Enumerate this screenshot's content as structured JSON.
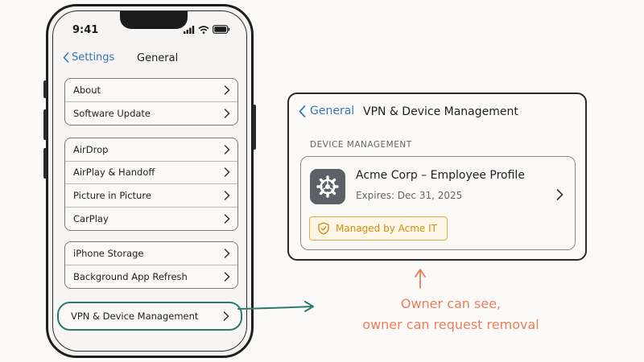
{
  "phone": {
    "status_time": "9:41",
    "nav": {
      "back_label": "Settings",
      "title": "General"
    },
    "groups": [
      {
        "items": [
          "About",
          "Software Update"
        ]
      },
      {
        "items": [
          "AirDrop",
          "AirPlay & Handoff",
          "Picture in Picture",
          "CarPlay"
        ]
      },
      {
        "items": [
          "iPhone Storage",
          "Background App Refresh"
        ]
      }
    ],
    "highlighted_item": "VPN & Device Management"
  },
  "detail": {
    "back_label": "General",
    "title": "VPN & Device Management",
    "section_header": "DEVICE MANAGEMENT",
    "profile": {
      "icon": "gear-icon",
      "name": "Acme Corp – Employee Profile",
      "expires": "Expires: Dec 31, 2025",
      "badge": "Managed by Acme IT",
      "badge_icon": "shield-check-icon"
    }
  },
  "annotation": {
    "line1": "Owner can see,",
    "line2": "owner can request removal"
  },
  "colors": {
    "accent_blue": "#3a74b8",
    "highlight_teal": "#2c7a6c",
    "badge_amber": "#d18c16",
    "annotation_orange": "#ec7e58"
  }
}
